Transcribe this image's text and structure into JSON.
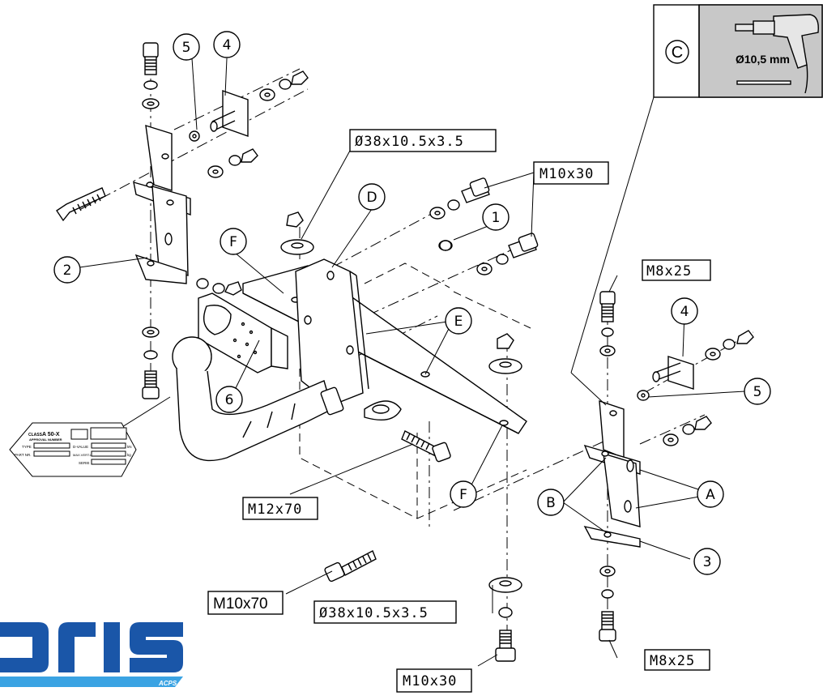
{
  "callouts": {
    "c1": "1",
    "c2": "2",
    "c3": "3",
    "c4_top": "4",
    "c4_right": "4",
    "c5_top": "5",
    "c5_right": "5",
    "c6": "6",
    "cA": "A",
    "cB": "B",
    "cD": "D",
    "cE": "E",
    "cF_top": "F",
    "cF_bottom": "F"
  },
  "part_labels": {
    "washer_top": "Ø38x10.5x3.5",
    "washer_bottom": "Ø38x10.5x3.5",
    "bolt_m10x30_top": "M10x30",
    "bolt_m10x30_bottom": "M10x30",
    "bolt_m8x25_top": "M8x25",
    "bolt_m8x25_bottom": "M8x25",
    "bolt_m12x70": "M12x70",
    "bolt_m10x70": "M10x70"
  },
  "drill_box": {
    "letter": "C",
    "diameter": "Ø10,5 mm"
  },
  "plate": {
    "class_label": "CLASS",
    "class_value": "A 50-X",
    "approval": "APPROVAL NUMBER",
    "type": "TYPE",
    "part_nr": "PART NR.",
    "d_value": "D-VALUE",
    "kn": "kN",
    "max_vert": "MAX.VERT.L",
    "kg": "kg",
    "serie": "SERIE"
  },
  "brand": {
    "name": "oris",
    "sub": "ACPS",
    "color": "#1a56a8",
    "accent": "#3aa3e3"
  }
}
